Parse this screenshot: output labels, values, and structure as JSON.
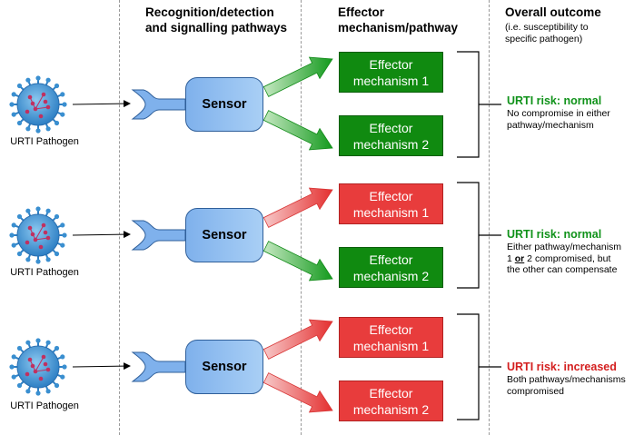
{
  "headers": {
    "recognition": "Recognition/detection",
    "recognition_line2": "and signalling pathways",
    "effector": "Effector",
    "effector_line2": "mechanism/pathway",
    "outcome": "Overall outcome",
    "outcome_sub1": "(i.e. susceptibility to",
    "outcome_sub2": "specific pathogen)"
  },
  "rows": [
    {
      "pathogen_label": "URTI Pathogen",
      "sensor_label": "Sensor",
      "effectors": [
        {
          "line1": "Effector",
          "line2": "mechanism 1",
          "status": "green"
        },
        {
          "line1": "Effector",
          "line2": "mechanism 2",
          "status": "green"
        }
      ],
      "risk_title": "URTI risk: normal",
      "risk_color": "green",
      "risk_desc": [
        "No compromise in either",
        "pathway/mechanism"
      ]
    },
    {
      "pathogen_label": "URTI Pathogen",
      "sensor_label": "Sensor",
      "effectors": [
        {
          "line1": "Effector",
          "line2": "mechanism 1",
          "status": "red"
        },
        {
          "line1": "Effector",
          "line2": "mechanism 2",
          "status": "green"
        }
      ],
      "risk_title": "URTI risk: normal",
      "risk_color": "green",
      "risk_desc": [
        "Either pathway/mechanism",
        "1 or 2 compromised, but",
        "the other can compensate"
      ]
    },
    {
      "pathogen_label": "URTI Pathogen",
      "sensor_label": "Sensor",
      "effectors": [
        {
          "line1": "Effector",
          "line2": "mechanism 1",
          "status": "red"
        },
        {
          "line1": "Effector",
          "line2": "mechanism 2",
          "status": "red"
        }
      ],
      "risk_title": "URTI risk: increased",
      "risk_color": "red",
      "risk_desc": [
        "Both pathways/mechanisms",
        "compromised"
      ]
    }
  ],
  "colors": {
    "green": "#108a10",
    "red": "#e83c3c",
    "sensor_blue": "#7fb1ec",
    "virus_blue": "#3a8fd0",
    "virus_spike_red": "#c03060"
  }
}
